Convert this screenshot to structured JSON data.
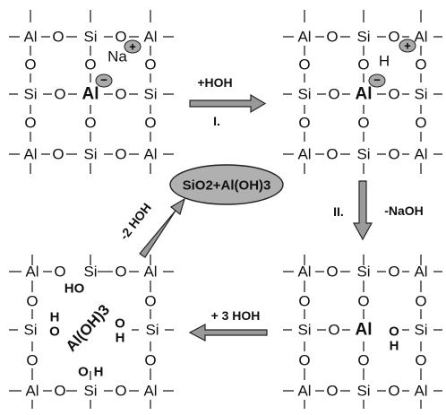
{
  "atoms": {
    "al": "Al",
    "si": "Si",
    "o": "O",
    "na": "Na",
    "h": "H",
    "plus": "+",
    "minus": "−",
    "dash": "–"
  },
  "groups": {
    "ho": "HO",
    "oh_o": "O",
    "oh_h": "H",
    "al_oh3": "Al(OH)3"
  },
  "arrows": {
    "step1_label": "+HOH",
    "step1_roman": "I.",
    "step2_label": "-NaOH",
    "step2_roman": "II.",
    "step3_label": "+ 3 HOH",
    "step4_label": "-2 HOH"
  },
  "product": {
    "text": "SiO2+Al(OH)3"
  }
}
